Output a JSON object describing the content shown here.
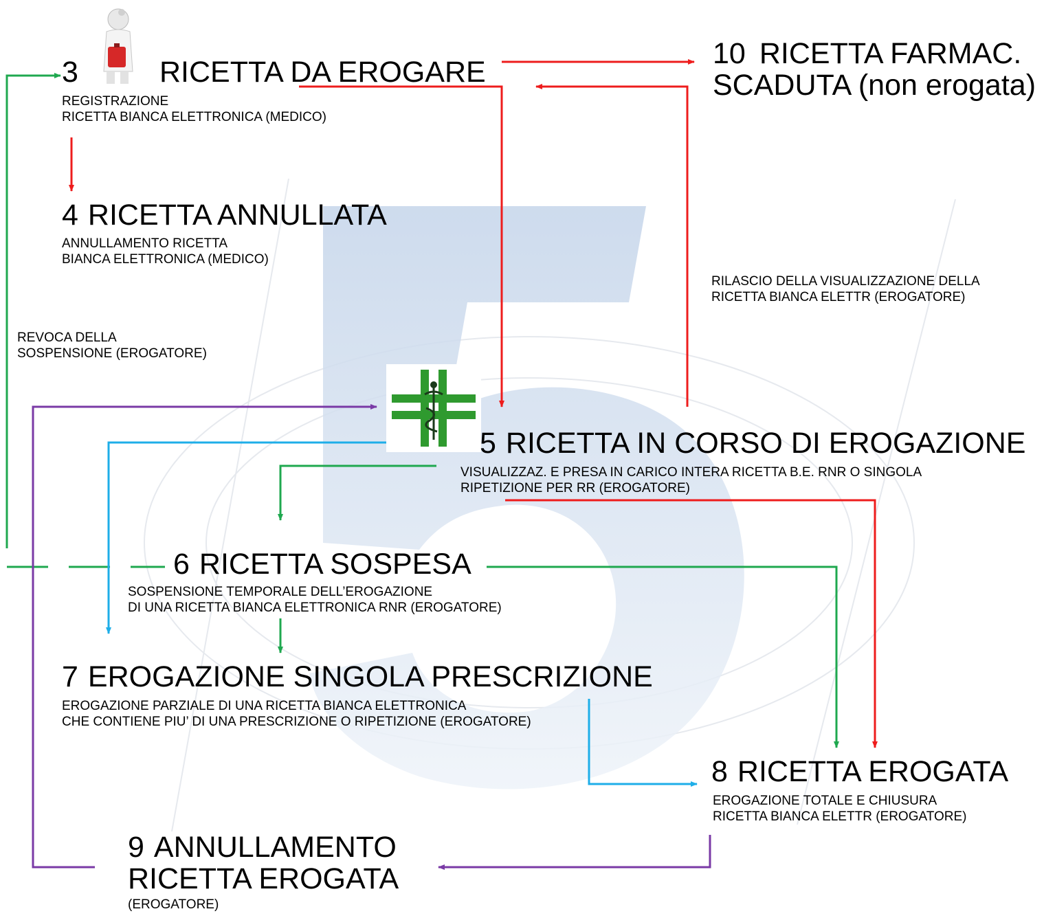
{
  "colors": {
    "red": "#ee1c1c",
    "green": "#1fa84f",
    "cyan": "#1eaee8",
    "purple": "#7a3aa6",
    "watermark": "#c9d7ea",
    "pharmacy_cross": "#2f9a2f"
  },
  "icons": {
    "doctor": "doctor-icon",
    "pharmacy": "pharmacy-cross-icon",
    "watermark": "watermark-logo"
  },
  "state3": {
    "number": "3",
    "title": "RICETTA DA EROGARE",
    "lines": [
      "REGISTRAZIONE",
      "RICETTA BIANCA ELETTRONICA (MEDICO)"
    ]
  },
  "state4": {
    "number": "4",
    "title": "RICETTA ANNULLATA",
    "lines": [
      "ANNULLAMENTO RICETTA",
      "BIANCA ELETTRONICA (MEDICO)"
    ]
  },
  "state10": {
    "number": "10",
    "title_lines": [
      "RICETTA FARMAC.",
      "SCADUTA (non erogata)"
    ]
  },
  "state5": {
    "number": "5",
    "title": "RICETTA IN CORSO DI EROGAZIONE",
    "lines": [
      "VISUALIZZAZ. E PRESA IN CARICO INTERA RICETTA B.E. RNR O SINGOLA",
      "RIPETIZIONE PER RR (EROGATORE)"
    ]
  },
  "state6": {
    "number": "6",
    "title": "RICETTA SOSPESA",
    "lines": [
      "SOSPENSIONE TEMPORALE DELL’EROGAZIONE",
      "DI UNA RICETTA BIANCA ELETTRONICA RNR (EROGATORE)"
    ]
  },
  "state7": {
    "number": "7",
    "title": "EROGAZIONE SINGOLA PRESCRIZIONE",
    "lines": [
      "EROGAZIONE PARZIALE DI UNA RICETTA BIANCA ELETTRONICA",
      "CHE CONTIENE PIU’ DI UNA PRESCRIZIONE O RIPETIZIONE (EROGATORE)"
    ]
  },
  "state8": {
    "number": "8",
    "title": "RICETTA EROGATA",
    "lines": [
      "EROGAZIONE TOTALE E CHIUSURA",
      "RICETTA BIANCA ELETTR (EROGATORE)"
    ]
  },
  "state9": {
    "number": "9",
    "title_lines": [
      "ANNULLAMENTO",
      "RICETTA EROGATA"
    ],
    "sub": "(EROGATORE)"
  },
  "notes": {
    "revoca": [
      "REVOCA DELLA",
      "SOSPENSIONE (EROGATORE)"
    ],
    "rilascio": [
      "RILASCIO DELLA VISUALIZZAZIONE DELLA",
      "RICETTA BIANCA ELETTR (EROGATORE)"
    ]
  }
}
